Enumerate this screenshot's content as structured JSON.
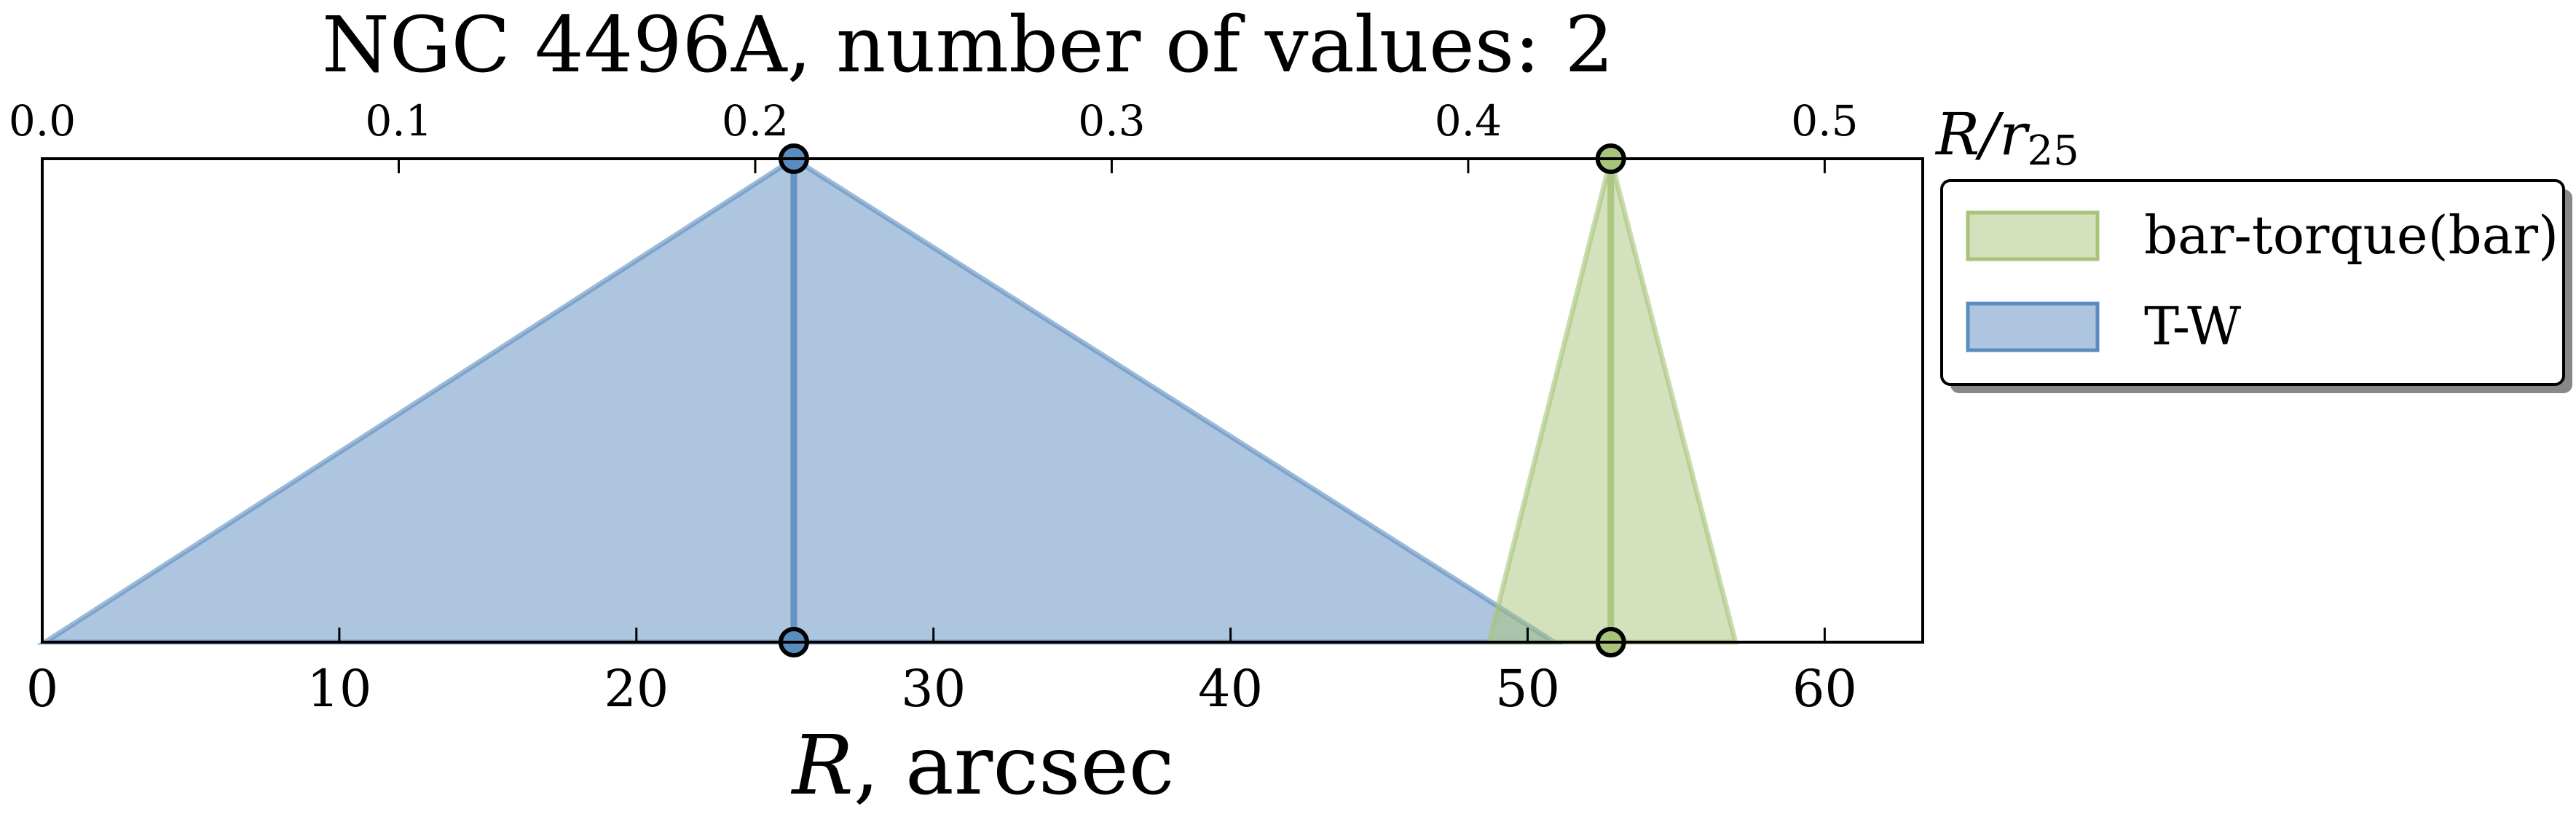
{
  "chart_data": {
    "type": "area",
    "title": "NGC 4496A, number of values: 2",
    "xlabel": "R, arcsec",
    "x2label": "R/r25",
    "xlim": [
      0,
      63.3
    ],
    "x_ticks": [
      0,
      10,
      20,
      30,
      40,
      50,
      60
    ],
    "x2lim": [
      0,
      0.5275
    ],
    "x2_ticks": [
      "0.0",
      "0.1",
      "0.2",
      "0.3",
      "0.4",
      "0.5"
    ],
    "ylim": [
      0,
      1
    ],
    "grid": false,
    "legend_position": "outside-right-top",
    "series": [
      {
        "name": "bar-torque(bar)",
        "color": "#a7c47a",
        "center": 52.8,
        "left": 48.7,
        "right": 57.0,
        "peak": 1
      },
      {
        "name": "T-W",
        "color": "#5b8cc0",
        "center": 25.3,
        "left": 0.1,
        "right": 50.9,
        "peak": 1
      }
    ]
  }
}
